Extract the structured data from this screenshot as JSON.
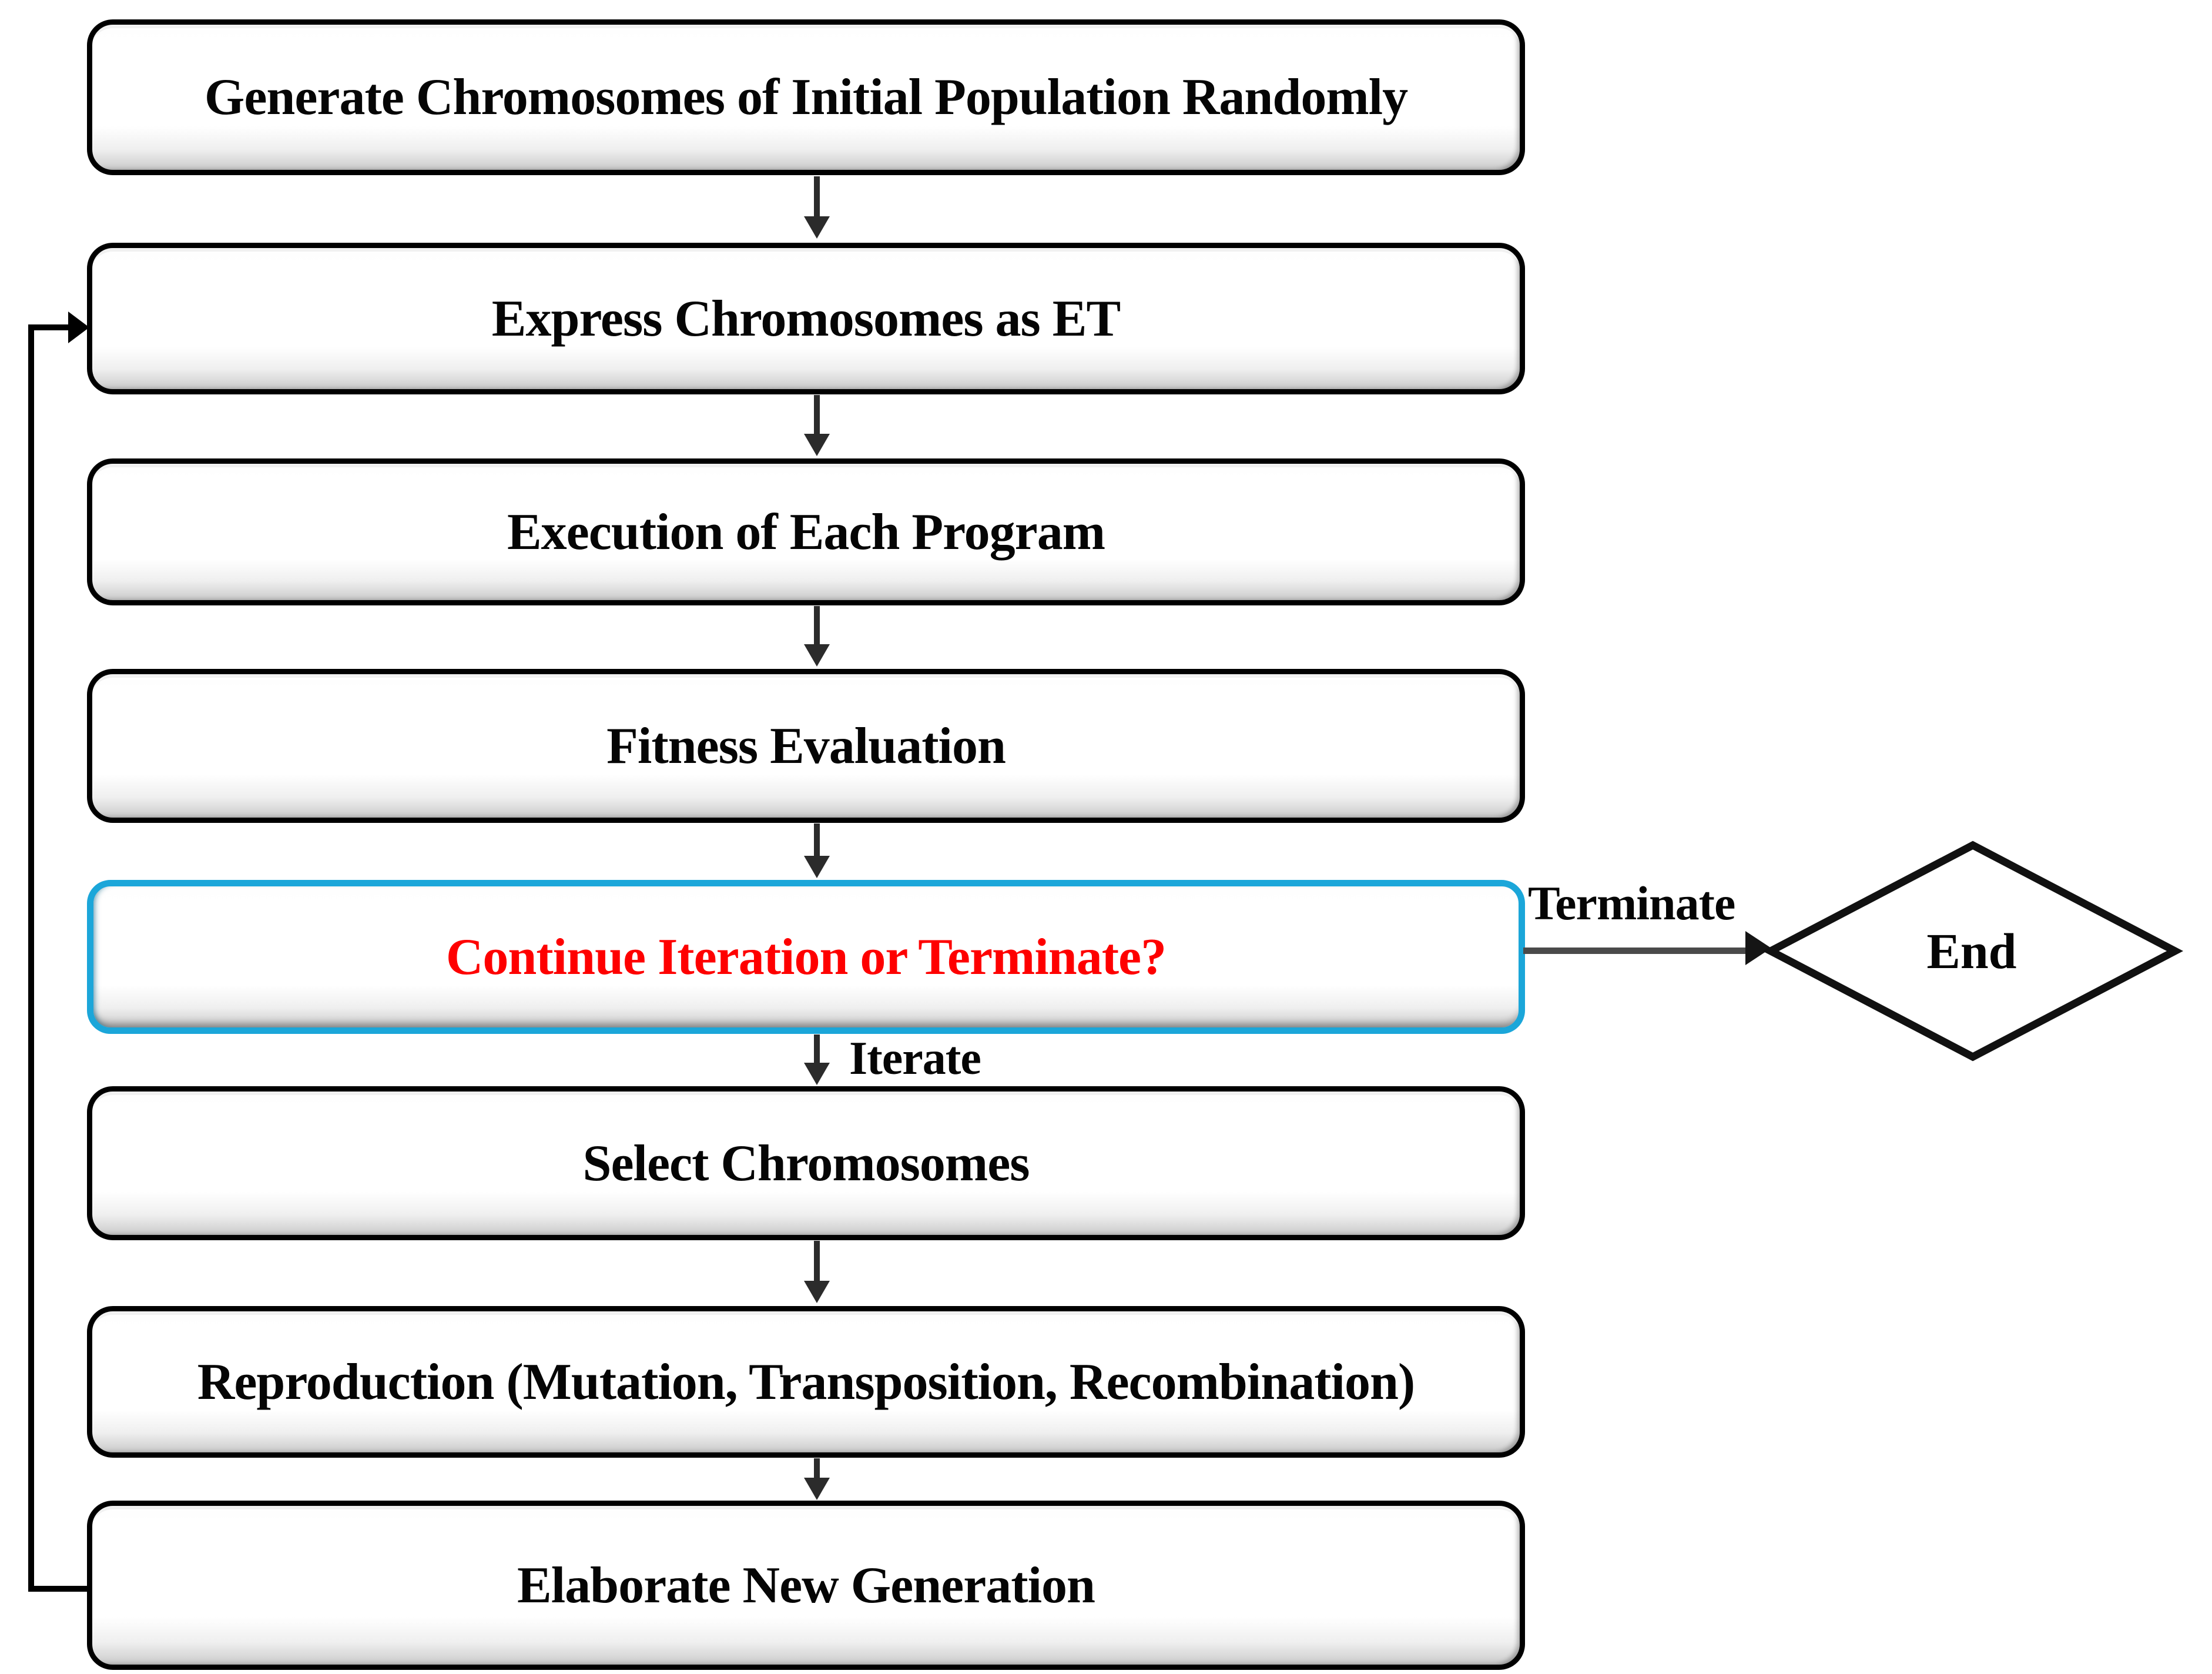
{
  "figure": {
    "type": "flowchart",
    "boxes": [
      {
        "label": "Generate Chromosomes of Initial Population Randomly"
      },
      {
        "label": "Express Chromosomes as ET"
      },
      {
        "label": "Execution of Each Program"
      },
      {
        "label": "Fitness Evaluation"
      },
      {
        "label": "Continue Iteration or Terminate?",
        "variant": "decision"
      },
      {
        "label": "Select Chromosomes"
      },
      {
        "label": "Reproduction (Mutation, Transposition, Recombination)"
      },
      {
        "label": "Elaborate New Generation"
      }
    ],
    "edge_labels": {
      "iterate": "Iterate",
      "terminate": "Terminate"
    },
    "terminal": {
      "label": "End"
    },
    "colors": {
      "background": "#ffffff",
      "box_border": "#000000",
      "decision_border": "#1ba6d9",
      "decision_text": "#fe0000",
      "flow_line": "#2b2b2b",
      "terminate_line": "#4a4a4a",
      "loop_line": "#000000"
    }
  }
}
